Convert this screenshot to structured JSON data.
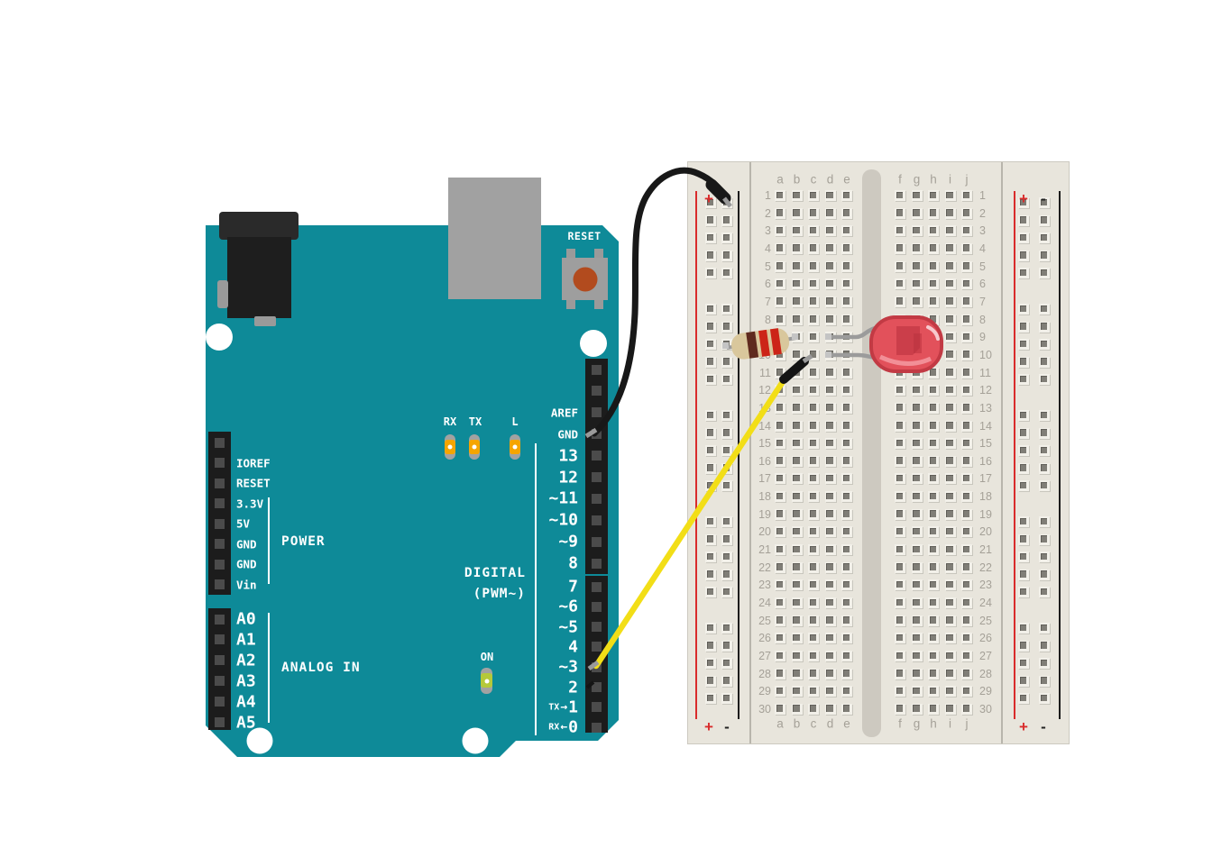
{
  "arduino": {
    "reset_button_label": "RESET",
    "indicator_leds": {
      "rx": "RX",
      "tx": "TX",
      "l": "L",
      "on": "ON"
    },
    "power_header": {
      "group_label": "POWER",
      "pins": [
        "IOREF",
        "RESET",
        "3.3V",
        "5V",
        "GND",
        "GND",
        "Vin"
      ]
    },
    "analog_header": {
      "group_label": "ANALOG IN",
      "pins": [
        "A0",
        "A1",
        "A2",
        "A3",
        "A4",
        "A5"
      ]
    },
    "digital_header_upper": [
      "AREF",
      "GND",
      "13",
      "12",
      "~11",
      "~10",
      "~9",
      "8"
    ],
    "digital_header_lower": [
      "7",
      "~6",
      "~5",
      "4",
      "~3",
      "2",
      "TX→1",
      "RX←0"
    ],
    "digital_group_label": [
      "DIGITAL",
      "(PWM~)"
    ]
  },
  "breadboard": {
    "column_letters": [
      "a",
      "b",
      "c",
      "d",
      "e",
      "f",
      "g",
      "h",
      "i",
      "j"
    ],
    "row_count": 30,
    "rail_plus": "+",
    "rail_minus": "-"
  },
  "circuit": {
    "led_color": "red",
    "led_holes": [
      "d9",
      "d10"
    ],
    "resistor_band_colors": [
      "#5f2a1e",
      "#cc2418",
      "#cc2418"
    ],
    "resistor_holes": [
      "left negative rail",
      "b9"
    ],
    "black_wire": {
      "from_pin": "GND",
      "to": "left negative power rail row 1"
    },
    "yellow_wire": {
      "from_pin": "~3",
      "to": "breadboard hole c10"
    }
  },
  "colors": {
    "board_teal": "#0e8a98",
    "breadboard_bg": "#e8e5dc",
    "rail_red": "#d92b2b",
    "wire_yellow": "#f2de17",
    "wire_black": "#181818",
    "led_red": "#e2515b",
    "resistor_body": "#d9c79c",
    "indicator_amber": "#f5a500",
    "indicator_green": "#b5c93a"
  }
}
